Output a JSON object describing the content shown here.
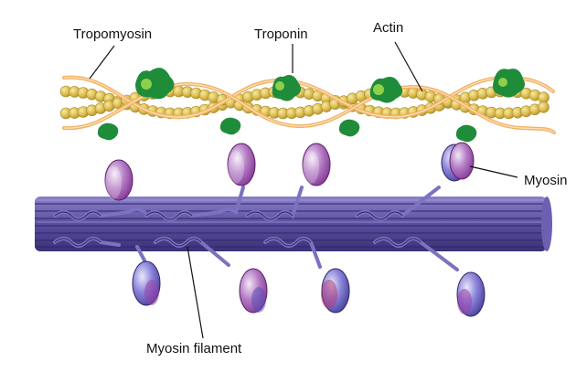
{
  "labels": {
    "tropomyosin": "Tropomyosin",
    "troponin": "Troponin",
    "actin": "Actin",
    "myosin": "Myosin",
    "myosin_filament": "Myosin filament"
  },
  "colors": {
    "actin_bead": "#d9b94a",
    "actin_bead_edge": "#a88a2a",
    "tropomyosin": "#f2b266",
    "troponin": "#1f8c3a",
    "troponin_light": "#8ed04a",
    "thick_filament": "#5a4fa0",
    "thick_filament_dark": "#3a3278",
    "myosin_head_purple": "#9a3fa8",
    "myosin_head_blue": "#5a52b8",
    "leader_line": "#111111"
  }
}
